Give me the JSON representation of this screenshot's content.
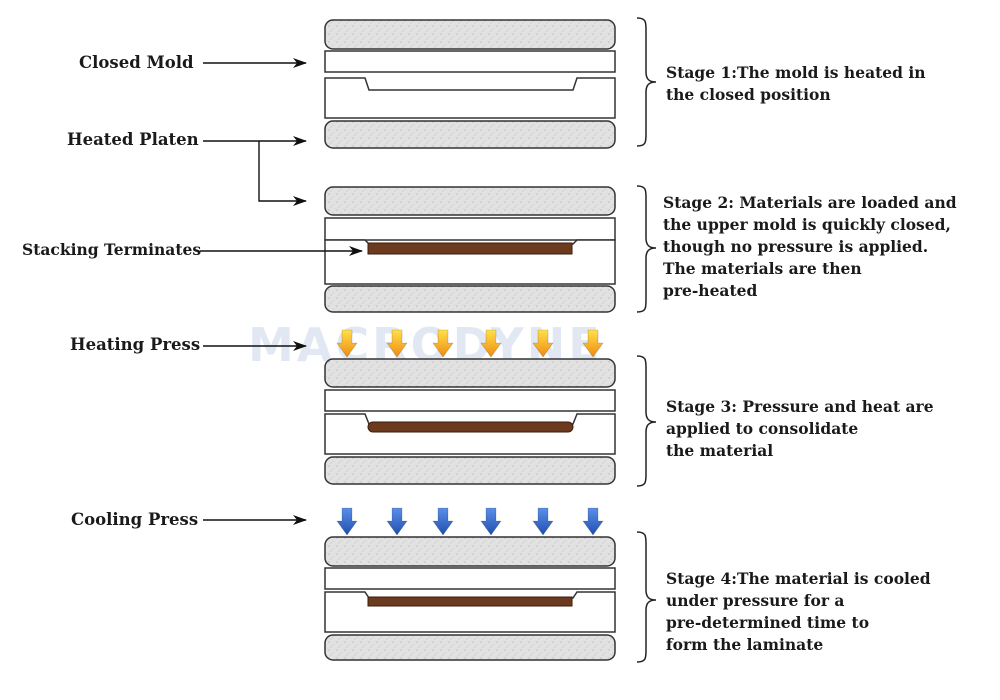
{
  "labels": {
    "closed_mold": "Closed Mold",
    "heated_platen": "Heated Platen",
    "stacking_terminates": "Stacking Terminates",
    "heating_press": "Heating Press",
    "cooling_press": "Cooling Press"
  },
  "stages": {
    "stage1": [
      "Stage 1:The mold is heated in",
      "the closed position"
    ],
    "stage2": [
      "Stage 2: Materials are loaded and",
      "the upper mold is quickly closed,",
      "though no pressure is applied.",
      "The materials are then",
      "pre-heated"
    ],
    "stage3": [
      "Stage 3: Pressure and heat are",
      "applied to consolidate",
      "the material"
    ],
    "stage4": [
      "Stage 4:The material is cooled",
      "under pressure for a",
      "pre-determined time to",
      "form the laminate"
    ]
  },
  "watermark": "MACRODYNE",
  "colors": {
    "platen_fill": "#dcdcdc",
    "material": "#6b3a1f",
    "heat_arrow": "#f5a623",
    "cool_arrow": "#2b5fc4",
    "line": "#222222"
  }
}
